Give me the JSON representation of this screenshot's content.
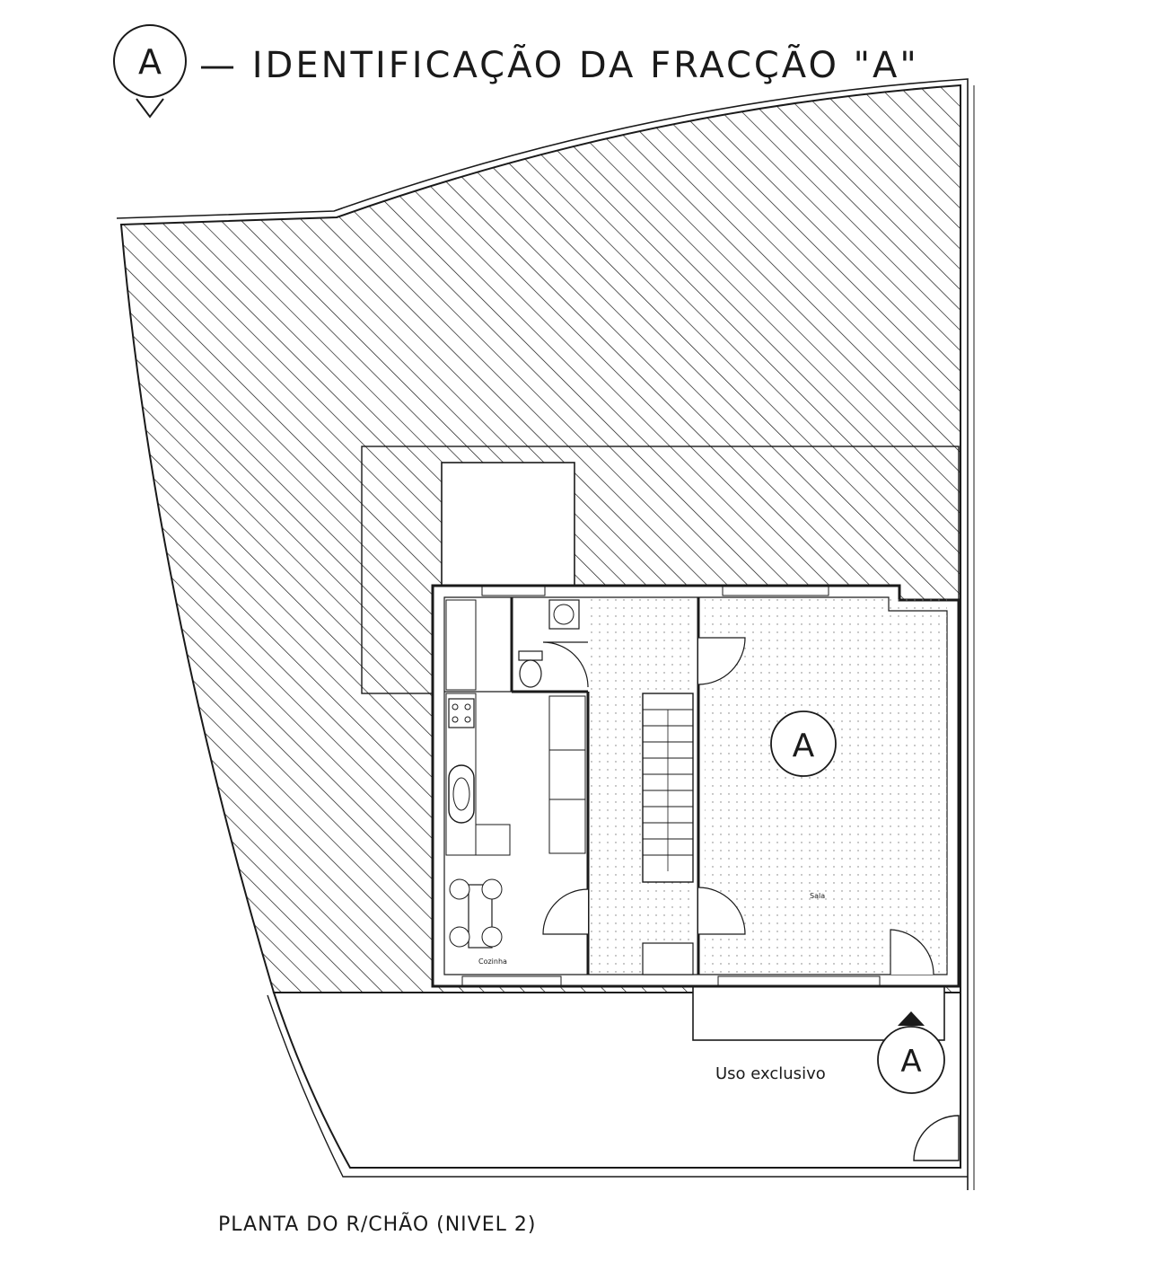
{
  "title": {
    "marker_letter": "A",
    "text": "— IDENTIFICAÇÃO DA FRACÇÃO \"A\""
  },
  "plan": {
    "fraction_label": "A",
    "entrance_marker_label": "A",
    "exclusive_use_label": "Uso exclusivo",
    "kitchen_label": "Cozinha",
    "room_label": "Sala",
    "floor_label": "PLANTA DO R/CHÃO (NIVEL 2)"
  },
  "colors": {
    "ink": "#1a1a1a",
    "paper": "#ffffff"
  }
}
